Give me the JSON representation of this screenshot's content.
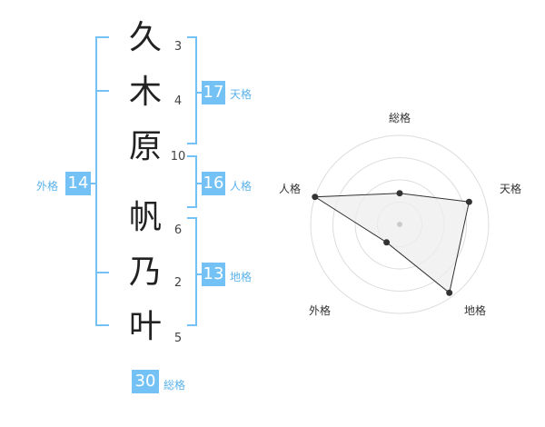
{
  "name": {
    "chars": [
      {
        "char": "久",
        "strokes": "3"
      },
      {
        "char": "木",
        "strokes": "4"
      },
      {
        "char": "原",
        "strokes": "10"
      },
      {
        "char": "帆",
        "strokes": "6"
      },
      {
        "char": "乃",
        "strokes": "2"
      },
      {
        "char": "叶",
        "strokes": "5"
      }
    ]
  },
  "badges": {
    "tenkaku": {
      "value": "17",
      "label": "天格"
    },
    "jinkaku": {
      "value": "16",
      "label": "人格"
    },
    "chikaku": {
      "value": "13",
      "label": "地格"
    },
    "gaikaku": {
      "value": "14",
      "label": "外格"
    },
    "soukaku": {
      "value": "30",
      "label": "総格"
    }
  },
  "radar": {
    "axes": [
      "総格",
      "天格",
      "地格",
      "外格",
      "人格"
    ],
    "values": [
      0.35,
      0.82,
      0.95,
      0.25,
      1.0
    ],
    "rings": 4,
    "fill_color": "#eeeeee",
    "line_color": "#333333",
    "bracket_color": "#74c2f5"
  }
}
